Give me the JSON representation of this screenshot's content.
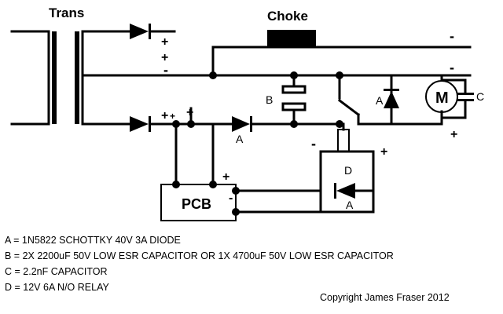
{
  "labels": {
    "trans": "Trans",
    "choke": "Choke",
    "pcb": "PCB",
    "motor": "M",
    "a": "A",
    "b": "B",
    "c": "C",
    "d": "D",
    "plus": "+",
    "minus": "-"
  },
  "legend": [
    "A = 1N5822 SCHOTTKY 40V 3A DIODE",
    "B = 2X 2200uF 50V LOW ESR CAPACITOR OR 1X 4700uF 50V LOW ESR CAPACITOR",
    "C = 2.2nF CAPACITOR",
    "D = 12V 6A N/O RELAY"
  ],
  "copyright": "Copyright James Fraser 2012"
}
